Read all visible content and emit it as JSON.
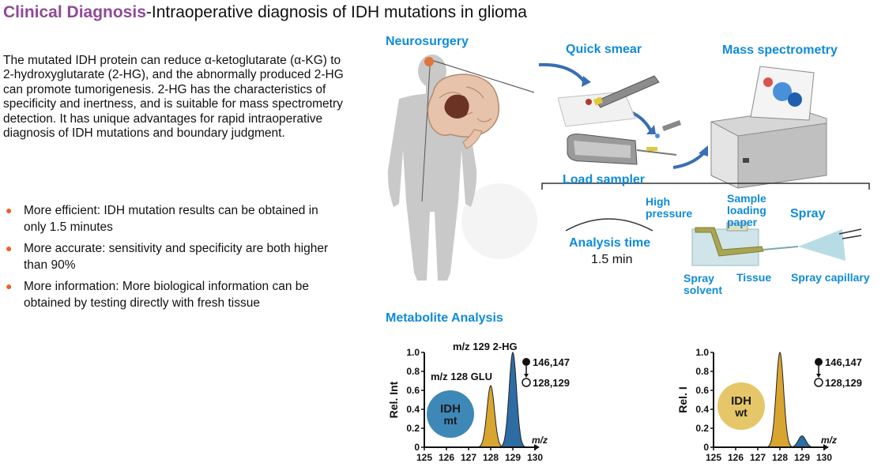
{
  "header": {
    "title_highlight": "Clinical Diagnosis",
    "title_rest": "-Intraoperative diagnosis of IDH mutations in glioma"
  },
  "intro": "The mutated IDH protein can reduce α-ketoglutarate (α-KG) to 2-hydroxyglutarate (2-HG), and the abnormally produced 2-HG can promote tumorigenesis. 2-HG has the characteristics of specificity and inertness, and is suitable for mass spectrometry detection. It has unique advantages for rapid intraoperative diagnosis of IDH mutations and boundary judgment.",
  "bullets": [
    "More efficient: IDH mutation results can be obtained in only 1.5 minutes",
    "More accurate: sensitivity and specificity are both higher than 90%",
    "More information: More biological information can be obtained by testing directly with fresh tissue"
  ],
  "workflow": {
    "neurosurgery": "Neurosurgery",
    "quick_smear": "Quick smear",
    "mass_spectrometry": "Mass spectrometry",
    "load_sampler": "Load sampler",
    "high_pressure_1": "High",
    "high_pressure_2": "pressure",
    "sample_1": "Sample",
    "sample_2": "loading",
    "sample_3": "paper",
    "spray": "Spray",
    "spray_solvent_1": "Spray",
    "spray_solvent_2": "solvent",
    "tissue": "Tissue",
    "spray_capillary": "Spray capillary",
    "analysis_time": "Analysis time",
    "analysis_value": "1.5 min"
  },
  "metabolite_title": "Metabolite Analysis",
  "colors": {
    "accent": "#0f8bd8",
    "title": "#8e4a96",
    "bullet": "#e8632a",
    "peak_blue": "#2e6da4",
    "peak_gold": "#d8a530"
  },
  "chart_data": [
    {
      "type": "area",
      "x": [
        125,
        126,
        127,
        128,
        129,
        130
      ],
      "xlabel": "m/z",
      "ylabel": "Rel. Int",
      "ylim": [
        0,
        1.0
      ],
      "yticks": [
        "0",
        "0.2",
        "0.4",
        "0.6",
        "0.8",
        "1.0"
      ],
      "xticks": [
        "125",
        "126",
        "127",
        "128",
        "129",
        "130"
      ],
      "peaks": [
        {
          "center": 128.0,
          "height": 0.65,
          "color": "#d8a530"
        },
        {
          "center": 129.0,
          "height": 1.0,
          "color": "#2e6da4"
        }
      ],
      "annotations": [
        "m/z 129 2-HG",
        "m/z 128 GLU"
      ],
      "legend": [
        "146,147",
        "128,129"
      ],
      "badge": [
        "IDH",
        "mt"
      ]
    },
    {
      "type": "area",
      "x": [
        125,
        126,
        127,
        128,
        129,
        130
      ],
      "xlabel": "m/z",
      "ylabel": "Rel. Int",
      "ylim": [
        0,
        1.0
      ],
      "yticks": [
        "0",
        "0.2",
        "0.4",
        "0.6",
        "0.8",
        "1.0"
      ],
      "xticks": [
        "125",
        "126",
        "127",
        "128",
        "129",
        "130"
      ],
      "peaks": [
        {
          "center": 128.0,
          "height": 1.0,
          "color": "#d8a530"
        },
        {
          "center": 129.0,
          "height": 0.12,
          "color": "#2e6da4"
        }
      ],
      "legend": [
        "146,147",
        "128,129"
      ],
      "badge": [
        "IDH",
        "wt"
      ]
    }
  ]
}
